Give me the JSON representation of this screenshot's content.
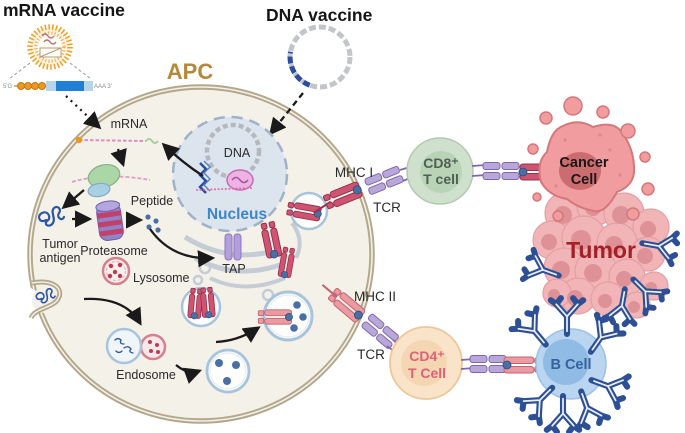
{
  "figure": {
    "type": "vaccine-immune-mechanism-diagram",
    "labels": {
      "mrna_vaccine": "mRNA vaccine",
      "dna_vaccine": "DNA vaccine",
      "apc": "APC",
      "mrna": "mRNA",
      "dna": "DNA",
      "nucleus": "Nucleus",
      "peptide": "Peptide",
      "tumor_antigen_line1": "Tumor",
      "tumor_antigen_line2": "antigen",
      "proteasome": "Proteasome",
      "lysosome": "Lysosome",
      "endosome": "Endosome",
      "tap": "TAP",
      "mhc_i": "MHC I",
      "tcr_upper": "TCR",
      "mhc_ii": "MHC II",
      "tcr_lower": "TCR",
      "cd8_line1": "CD8⁺",
      "cd8_line2": "T cell",
      "cd4_line1": "CD4⁺",
      "cd4_line2": "T Cell",
      "b_cell": "B Cell",
      "cancer_line1": "Cancer",
      "cancer_line2": "Cell",
      "tumor": "Tumor",
      "construct_five_prime": "5'G",
      "construct_three_prime": "AAA 3'"
    },
    "colors": {
      "apc_label": "#b5883b",
      "membrane": "#b3a78c",
      "cytoplasm": "#f4f1e9",
      "nucleus_fill": "#dce4ee",
      "nucleus_label": "#3d86c9",
      "lnp_orange": "#efa02c",
      "orf_blue": "#1f7fd4",
      "plasmid_gray": "#c2c6ca",
      "plasmid_insert_blue": "#2b4d9e",
      "mhc_i_red": "#cf5472",
      "mhc_ii_pink": "#eb9aa2",
      "tcr_purple": "#b9a7d9",
      "peptide_blue": "#4a6fa5",
      "cd8_green": "#cfe1cd",
      "cd4_peach": "#f9e4c9",
      "b_cell_blue": "#b9d5ef",
      "b_cell_label": "#33629f",
      "cancer_pink": "#f19c9e",
      "tumor_pink": "#f2b5b7",
      "tumor_label": "#a32027",
      "cd4_label": "#e0607a",
      "cd8_label": "#4f5f53",
      "antibody_blue": "#2d4f96"
    }
  }
}
